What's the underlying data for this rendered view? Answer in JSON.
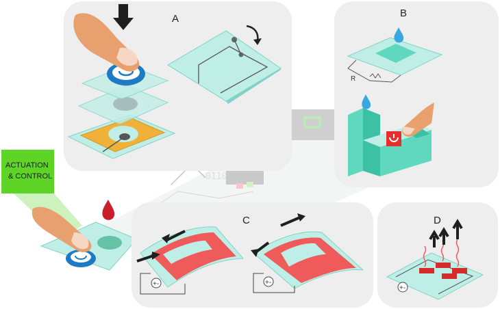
{
  "panels": {
    "a": {
      "letter": "A"
    },
    "b": {
      "letter": "B",
      "resistor_label": "R"
    },
    "c": {
      "letter": "C"
    },
    "d": {
      "letter": "D"
    }
  },
  "callout": {
    "line1": "ACTUATION",
    "line2": "& CONTROL"
  },
  "background_device": {
    "display_text": "0110"
  },
  "colors": {
    "panel_bg": "#eeeeee",
    "sheet": "#bfeee6",
    "sheet_edge": "#7fd3c6",
    "finger": "#e8a06e",
    "button_blue": "#1d7bc6",
    "heater_red": "#ef5a5a",
    "electrode_orange": "#f0b13b",
    "callout_green": "#5ed427",
    "droplet_blue": "#3aa8e0",
    "blood_red": "#c81f2a"
  },
  "icons": [
    "down-arrow-icon",
    "rotate-arrow-icon",
    "water-drop-icon",
    "up-arrow-icon",
    "power-button-icon",
    "finger-icon"
  ]
}
